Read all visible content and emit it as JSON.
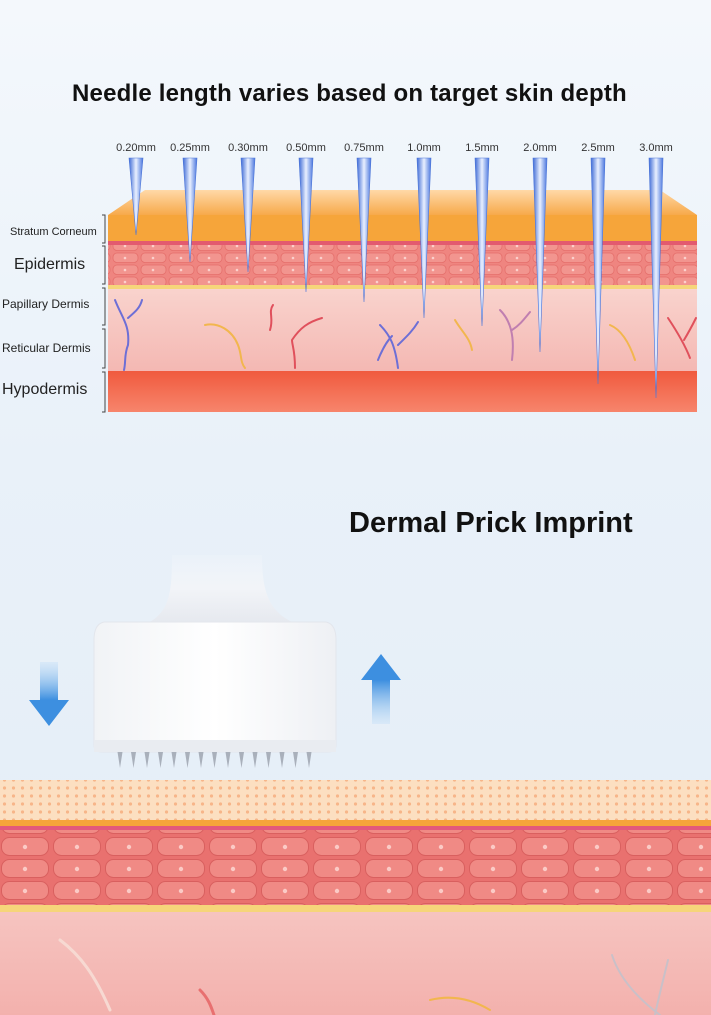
{
  "diagram1": {
    "title": "Needle length varies based on target skin depth",
    "layers": [
      {
        "label": "Stratum Corneum"
      },
      {
        "label": "Epidermis"
      },
      {
        "label": "Papillary Dermis"
      },
      {
        "label": "Reticular Dermis"
      },
      {
        "label": "Hypodermis"
      }
    ],
    "needles": [
      "0.20mm",
      "0.25mm",
      "0.30mm",
      "0.50mm",
      "0.75mm",
      "1.0mm",
      "1.5mm",
      "2.0mm",
      "2.5mm",
      "3.0mm"
    ],
    "colors": {
      "stratum_corneum": "#f6a53a",
      "epidermis": "#ee7b78",
      "dermis": "#f7c8c8",
      "hypodermis": "#f25a42",
      "needle": "#5b84e0"
    }
  },
  "diagram2": {
    "title": "Dermal Prick Imprint",
    "arrows": {
      "down": "arrow-down-icon",
      "up": "arrow-up-icon"
    },
    "colors": {
      "arrow": "#3d8fe0",
      "device": "#ffffff"
    }
  }
}
